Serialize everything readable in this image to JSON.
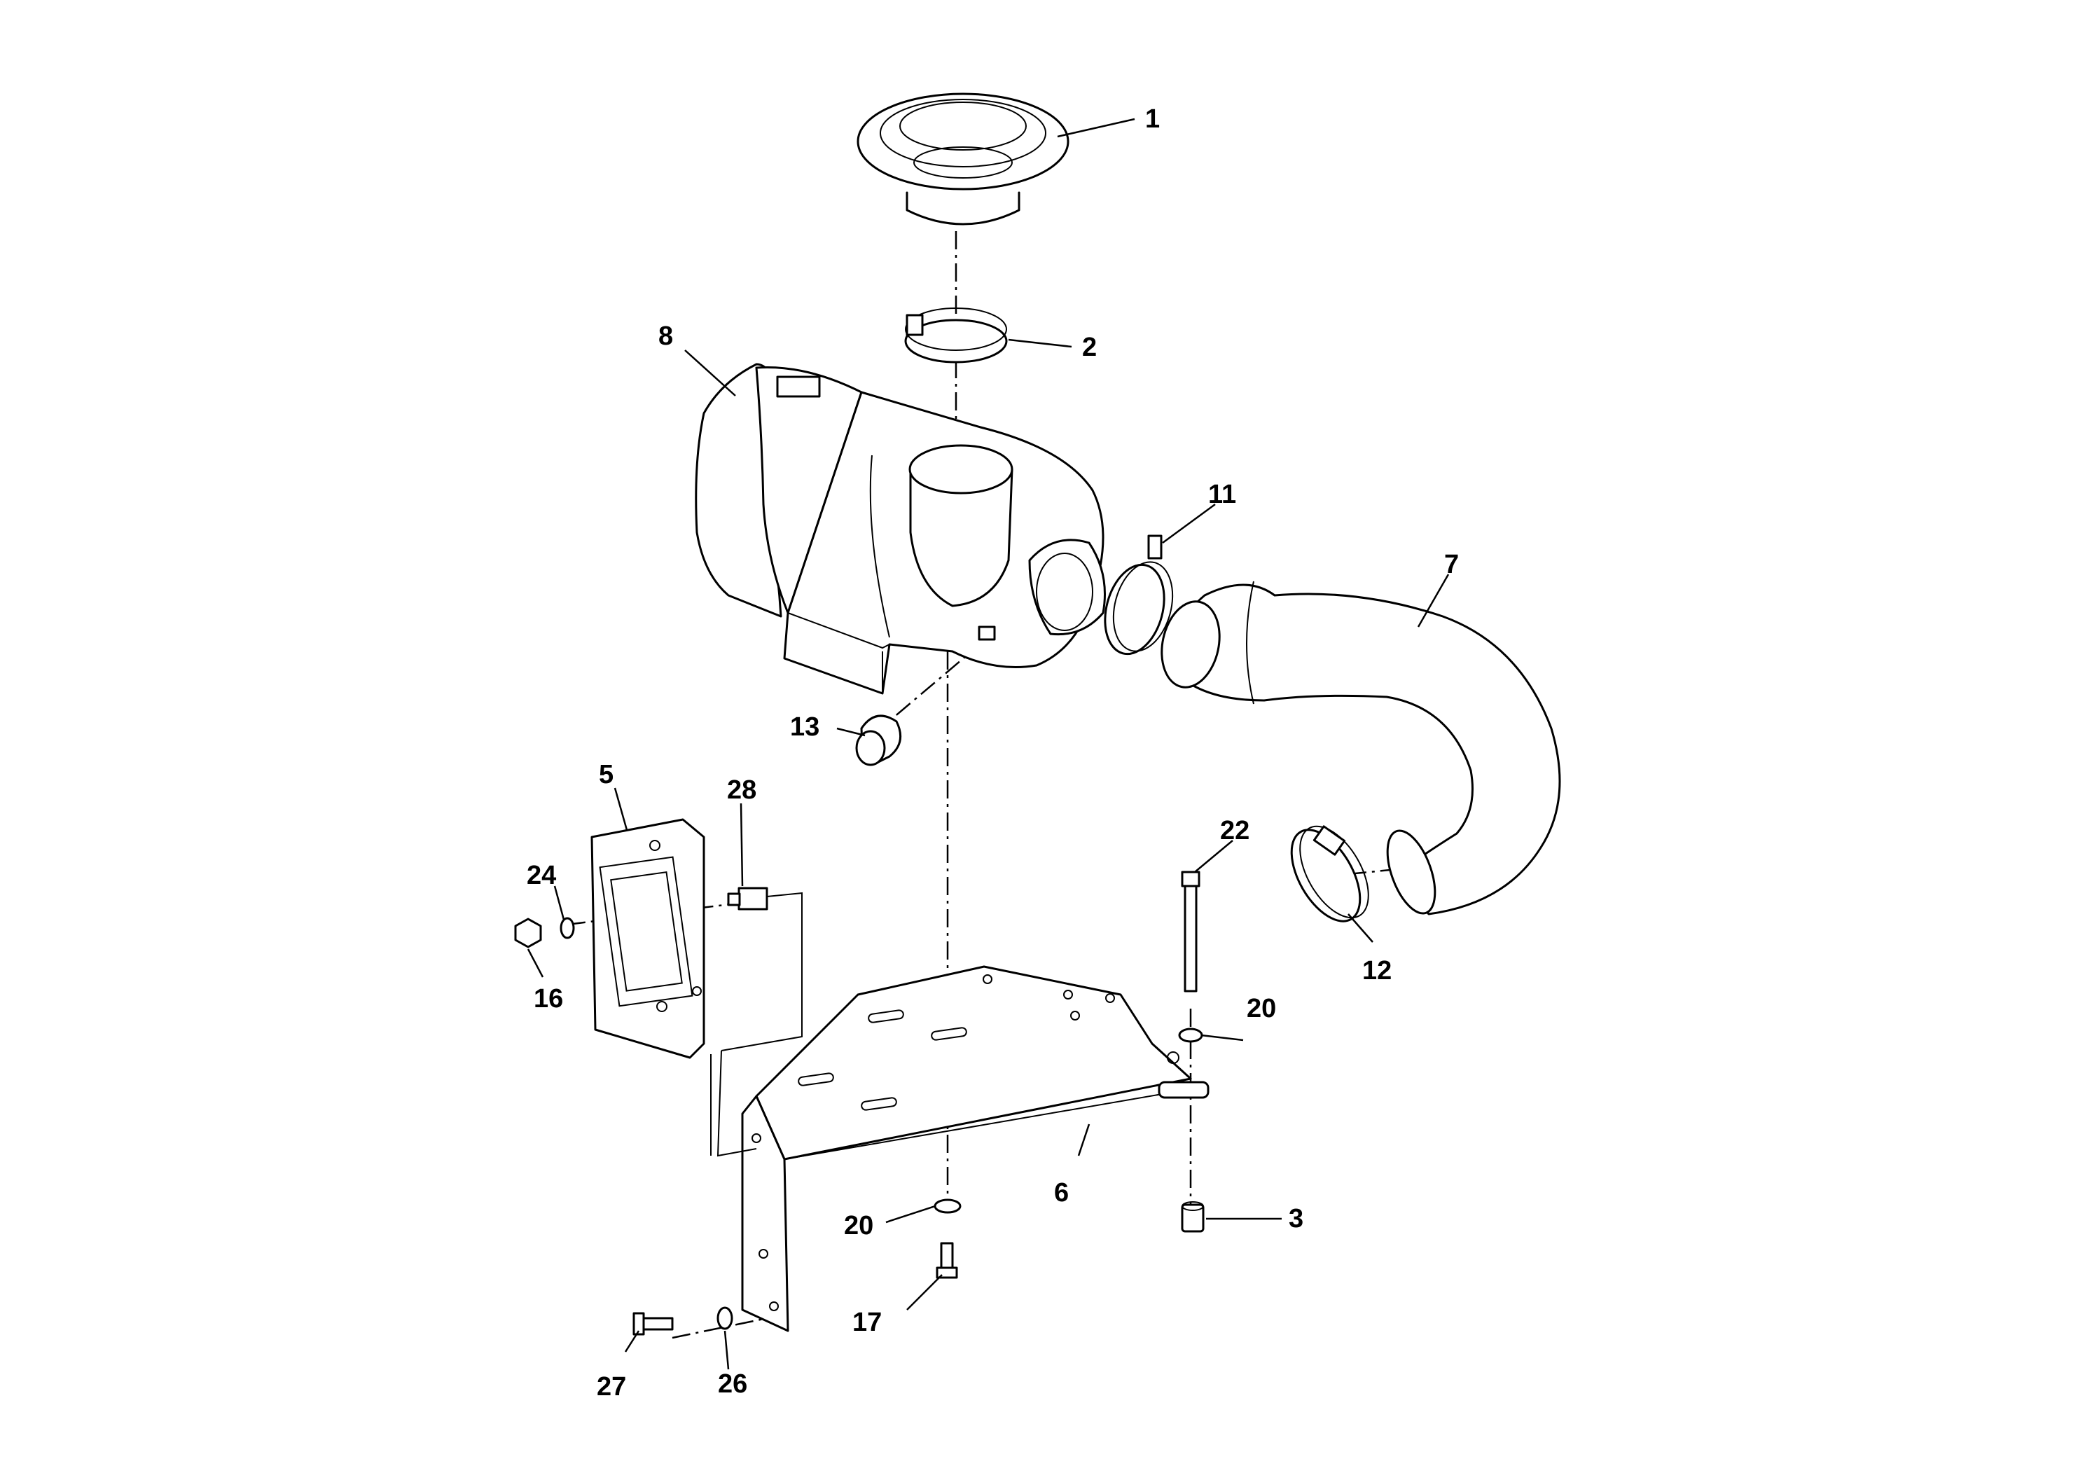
{
  "callouts": {
    "c1": "1",
    "c2": "2",
    "c3": "3",
    "c5": "5",
    "c6": "6",
    "c7": "7",
    "c8": "8",
    "c11": "11",
    "c12": "12",
    "c13": "13",
    "c16": "16",
    "c17": "17",
    "c20a": "20",
    "c20b": "20",
    "c22": "22",
    "c24": "24",
    "c26": "26",
    "c27": "27",
    "c28": "28"
  }
}
